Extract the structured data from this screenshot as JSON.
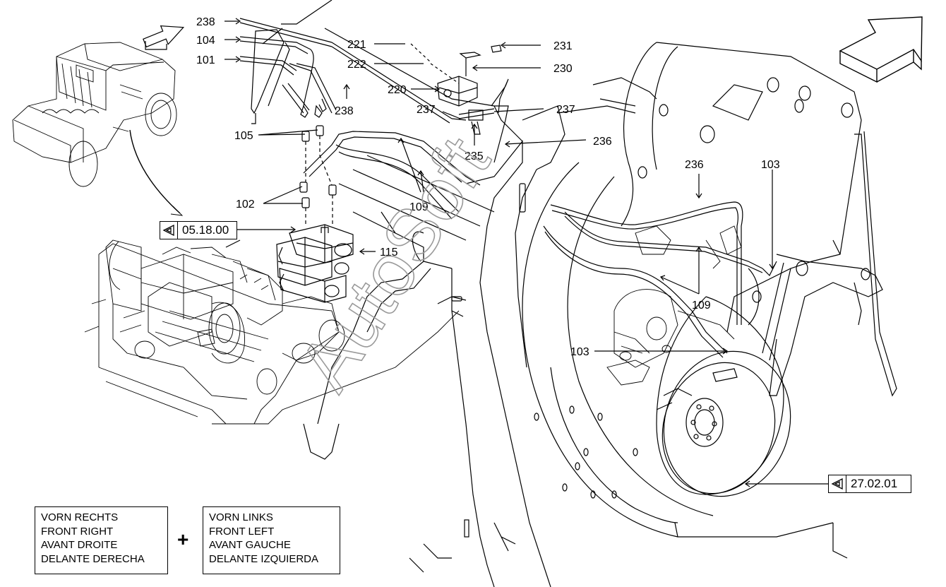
{
  "callouts": {
    "c238a": "238",
    "c104": "104",
    "c101": "101",
    "c221": "221",
    "c222": "222",
    "c231": "231",
    "c230": "230",
    "c220": "220",
    "c238b": "238",
    "c237a": "237",
    "c237b": "237",
    "c105": "105",
    "c235": "235",
    "c236a": "236",
    "c236b": "236",
    "c103a": "103",
    "c102": "102",
    "c109a": "109",
    "c115": "115",
    "c109b": "109",
    "c103b": "103"
  },
  "references": {
    "ref_a": "05.18.00",
    "ref_b": "27.02.01"
  },
  "watermark": "AutoSoft",
  "position_boxes": {
    "right_side": [
      "VORN RECHTS",
      "FRONT RIGHT",
      "AVANT DROITE",
      "DELANTE DERECHA"
    ],
    "plus": "+",
    "left_side": [
      "VORN LINKS",
      "FRONT LEFT",
      "AVANT GAUCHE",
      "DELANTE IZQUIERDA"
    ]
  },
  "icons": {
    "direction": "direction-arrow-icon",
    "reference": "eye-reference-icon"
  }
}
